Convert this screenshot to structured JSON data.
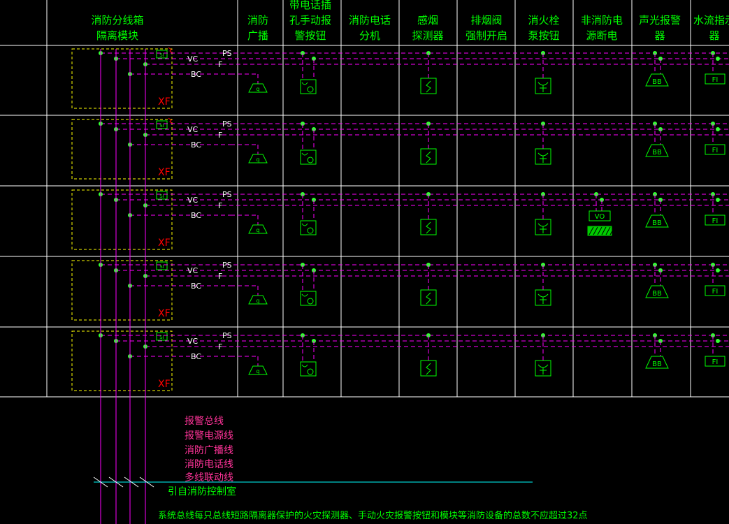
{
  "colors": {
    "background": "#000000",
    "grid": "#ffffff",
    "magenta": "#ff00ff",
    "yellow": "#ffff00",
    "green": "#00ff00",
    "red": "#ff0000",
    "dot": "#33ff33",
    "cyan": "#00ffff",
    "pink": "#ff3399"
  },
  "headers": [
    {
      "lines": [
        "消防分线箱",
        "隔离模块"
      ]
    },
    {
      "lines": [
        "消防",
        "广播"
      ]
    },
    {
      "lines": [
        "带电话插",
        "孔手动报",
        "警按钮"
      ]
    },
    {
      "lines": [
        "消防电话",
        "分机"
      ]
    },
    {
      "lines": [
        "感烟",
        "探测器"
      ]
    },
    {
      "lines": [
        "排烟阀",
        "强制开启"
      ]
    },
    {
      "lines": [
        "消火栓",
        "泵按钮"
      ]
    },
    {
      "lines": [
        "非消防电",
        "源断电"
      ]
    },
    {
      "lines": [
        "声光报警",
        "器"
      ]
    },
    {
      "lines": [
        "水流指示",
        "器"
      ]
    }
  ],
  "line_labels": {
    "ps": "PS",
    "vc": "VC",
    "f": "F",
    "bc": "BC"
  },
  "module_labels": {
    "si": "SI",
    "xf": "XF",
    "vo": "VO",
    "fi": "FI",
    "alarm": "BB"
  },
  "rows_count": 5,
  "power_cut_row": 3,
  "legend": [
    "报警总线",
    "报警电源线",
    "消防广播线",
    "消防电话线",
    "多线联动线"
  ],
  "source_label": "引自消防控制室",
  "note": "系统总线每只总线短路隔离器保护的火灾探测器、手动火灾报警按钮和模块等消防设备的总数不应超过32点"
}
